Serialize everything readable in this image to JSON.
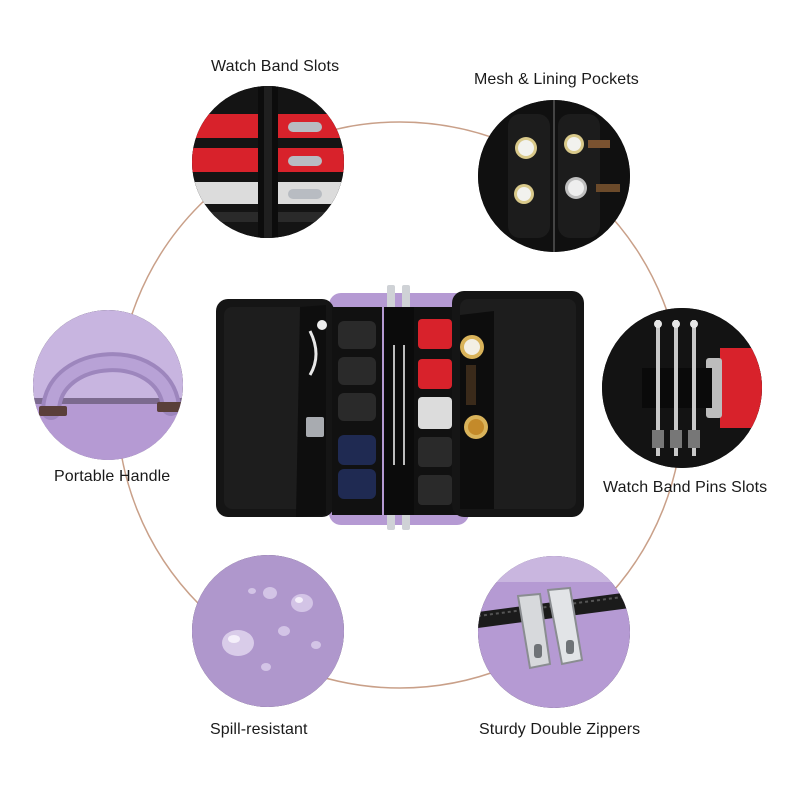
{
  "features": {
    "watch_band_slots": "Watch Band Slots",
    "mesh_lining_pockets": "Mesh & Lining Pockets",
    "portable_handle": "Portable Handle",
    "watch_band_pins_slots": "Watch Band Pins Slots",
    "spill_resistant": "Spill-resistant",
    "sturdy_double_zippers": "Sturdy Double Zippers"
  },
  "colors": {
    "ring": "#c9a089",
    "case_black": "#151515",
    "fabric_purple": "#b59ad3",
    "band_red": "#d8222b",
    "band_white": "#dcdcdc",
    "band_navy": "#1f2a52"
  }
}
